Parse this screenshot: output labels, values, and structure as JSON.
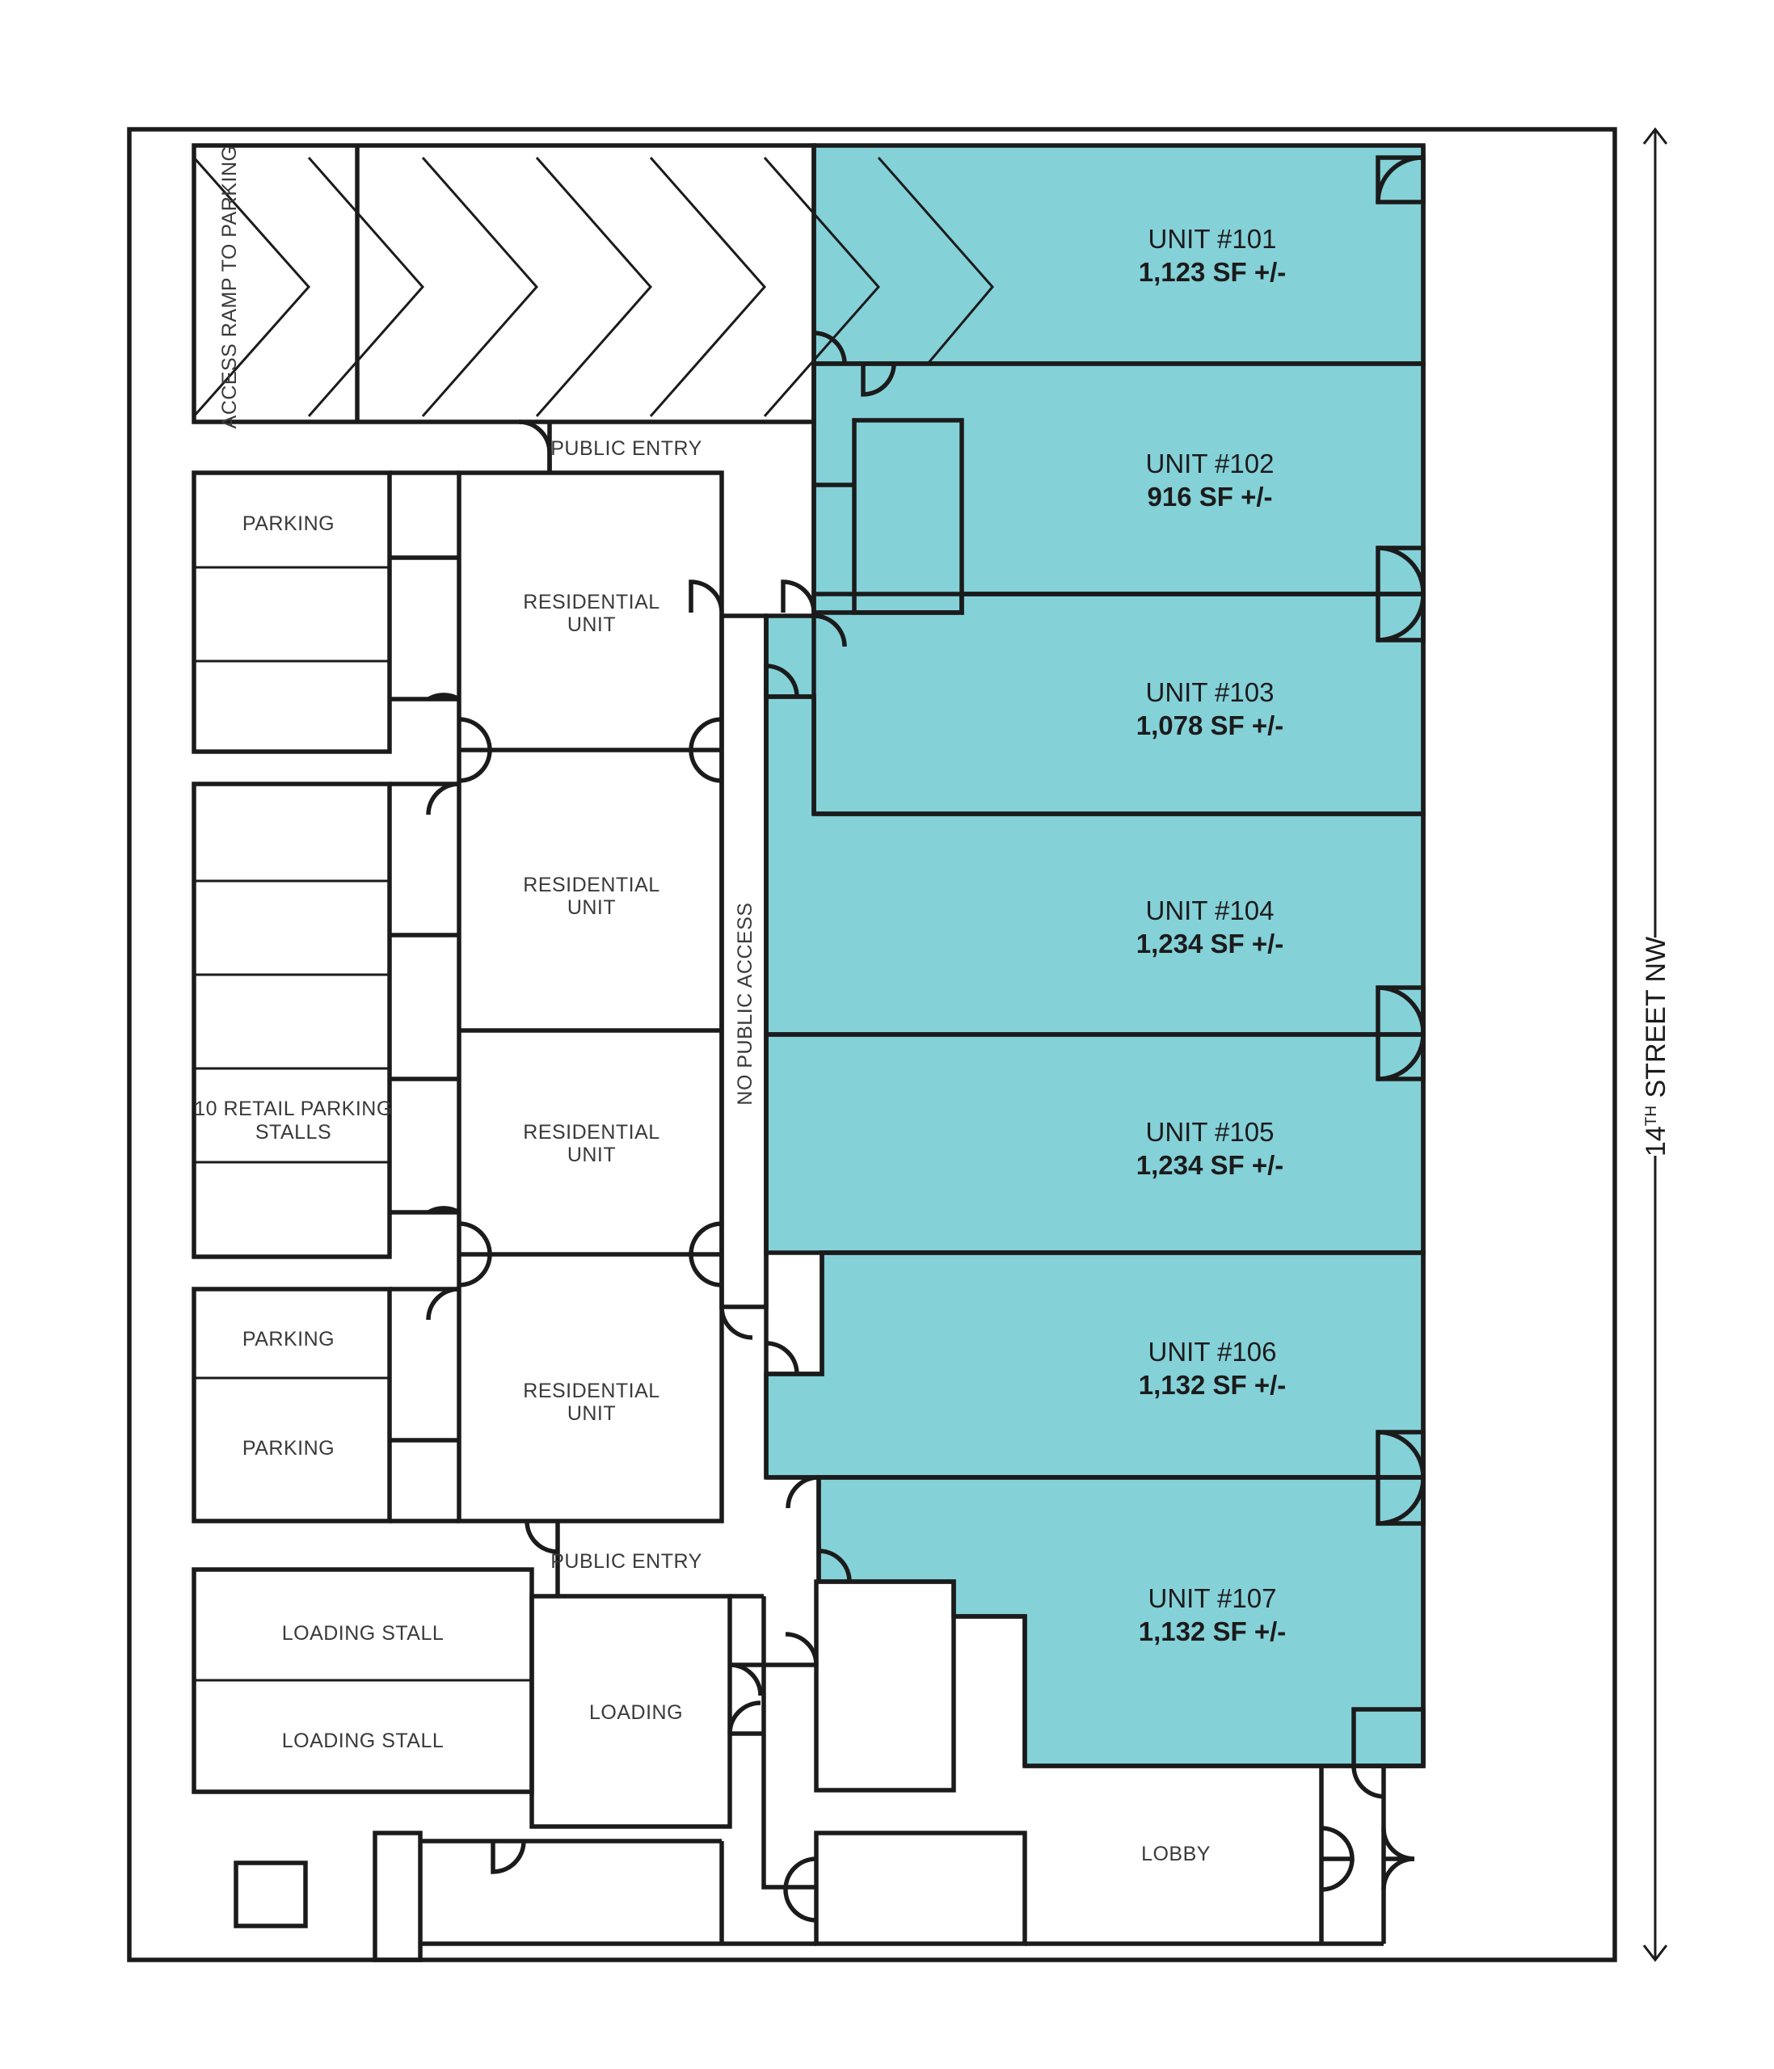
{
  "units": [
    {
      "id": "101",
      "title": "UNIT #101",
      "area": "1,123 SF +/-"
    },
    {
      "id": "102",
      "title": "UNIT #102",
      "area": "916 SF +/-"
    },
    {
      "id": "103",
      "title": "UNIT #103",
      "area": "1,078 SF +/-"
    },
    {
      "id": "104",
      "title": "UNIT #104",
      "area": "1,234 SF +/-"
    },
    {
      "id": "105",
      "title": "UNIT #105",
      "area": "1,234 SF +/-"
    },
    {
      "id": "106",
      "title": "UNIT #106",
      "area": "1,132 SF +/-"
    },
    {
      "id": "107",
      "title": "UNIT #107",
      "area": "1,132 SF +/-"
    }
  ],
  "labels": {
    "access_ramp": "ACCESS RAMP TO PARKING",
    "public_entry": "PUBLIC ENTRY",
    "parking": "PARKING",
    "retail_parking_line1": "10 RETAIL PARKING",
    "retail_parking_line2": "STALLS",
    "residential_line1": "RESIDENTIAL",
    "residential_line2": "UNIT",
    "no_public_access": "NO PUBLIC ACCESS",
    "loading_stall": "LOADING STALL",
    "loading": "LOADING",
    "lobby": "LOBBY"
  },
  "street": {
    "number": "14",
    "suffix": "TH",
    "name": " STREET NW"
  },
  "colors": {
    "retail_unit_fill": "#85d1d8",
    "line": "#1b1b1b",
    "background": "#ffffff"
  }
}
